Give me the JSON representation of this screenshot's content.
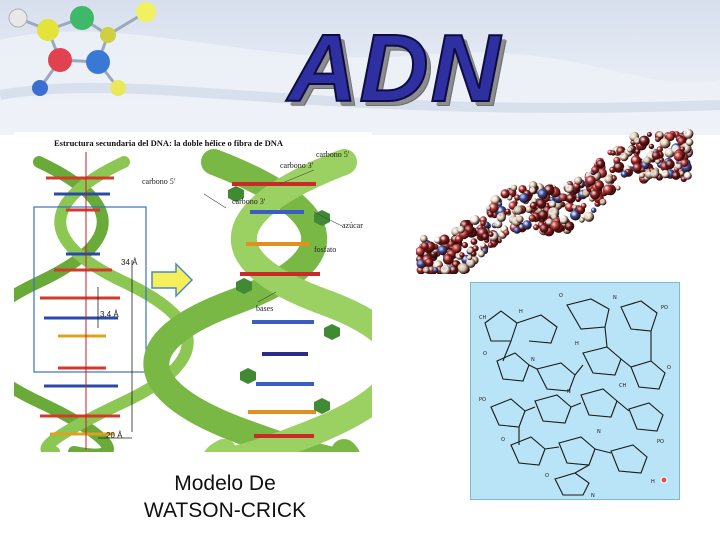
{
  "slide": {
    "title": "ADN",
    "caption_line1": "Modelo De",
    "caption_line2": "WATSON-CRICK"
  },
  "figure": {
    "heading": "Estructura secundaria del DNA: la doble hélice o fibra de DNA",
    "labels": {
      "carbono5_top": "carbono 5'",
      "carbono3_top": "carbono 3'",
      "carbono5_left": "carbono 5'",
      "carbono3_mid": "carbono 3'",
      "azucar": "azúcar",
      "fosfato": "fosfato",
      "bases": "bases",
      "dist_34": "34 Å",
      "dist_3_4": "3.4 Å",
      "dist_20": "20 Å"
    }
  },
  "colors": {
    "title_fill": "#2e2fa0",
    "helix_green": "#7dbb3f",
    "chem_background": "#b9e3f6"
  }
}
